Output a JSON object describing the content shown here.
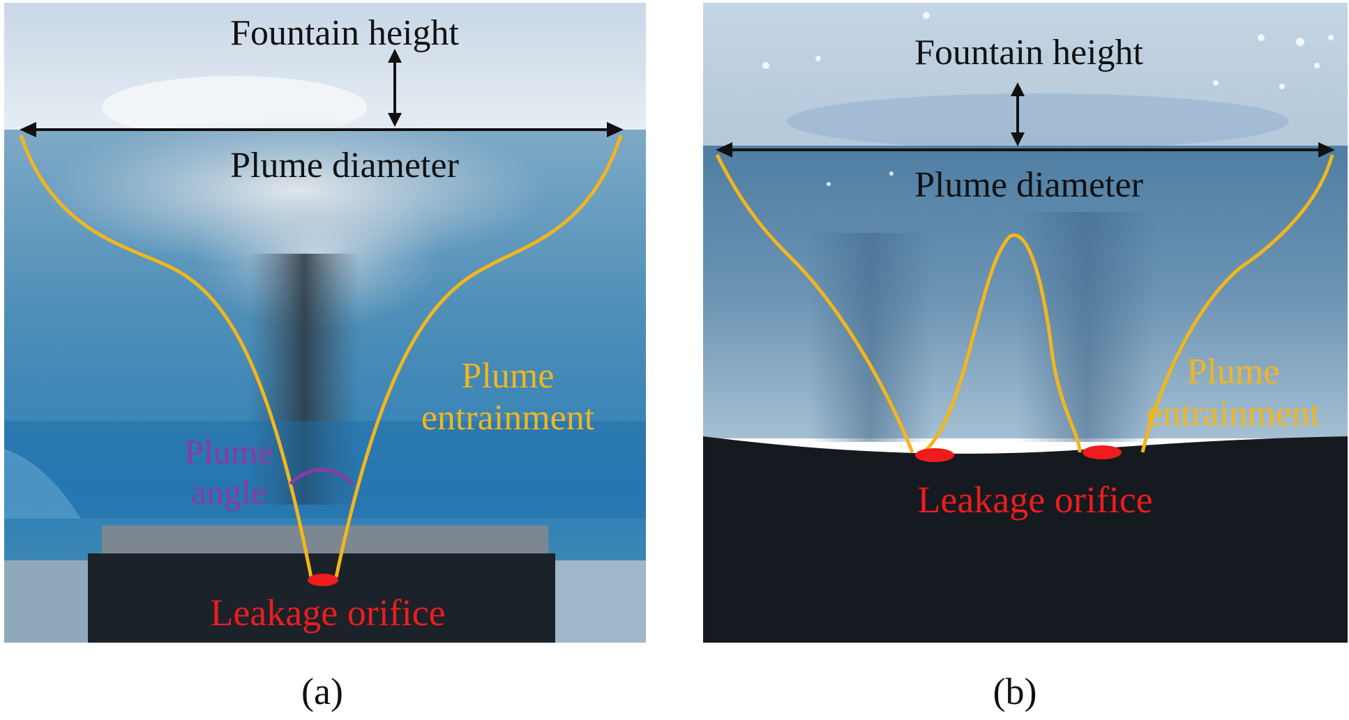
{
  "colors": {
    "plume_line": "#f2b61c",
    "orifice": "#ee1c1c",
    "angle_arc": "#8a3aa6",
    "arrow": "#111111",
    "water": "#3f87b3",
    "sediment": "#151a20"
  },
  "panel_a": {
    "fountain_label": "Fountain height",
    "diameter_label": "Plume diameter",
    "entrainment_label": [
      "Plume",
      "entrainment"
    ],
    "angle_label": [
      "Plume",
      "angle"
    ],
    "orifice_label": "Leakage orifice",
    "caption": "(a)"
  },
  "panel_b": {
    "fountain_label": "Fountain height",
    "diameter_label": "Plume diameter",
    "entrainment_label": [
      "Plume",
      "entrainment"
    ],
    "orifice_label": "Leakage orifice",
    "caption": "(b)"
  }
}
